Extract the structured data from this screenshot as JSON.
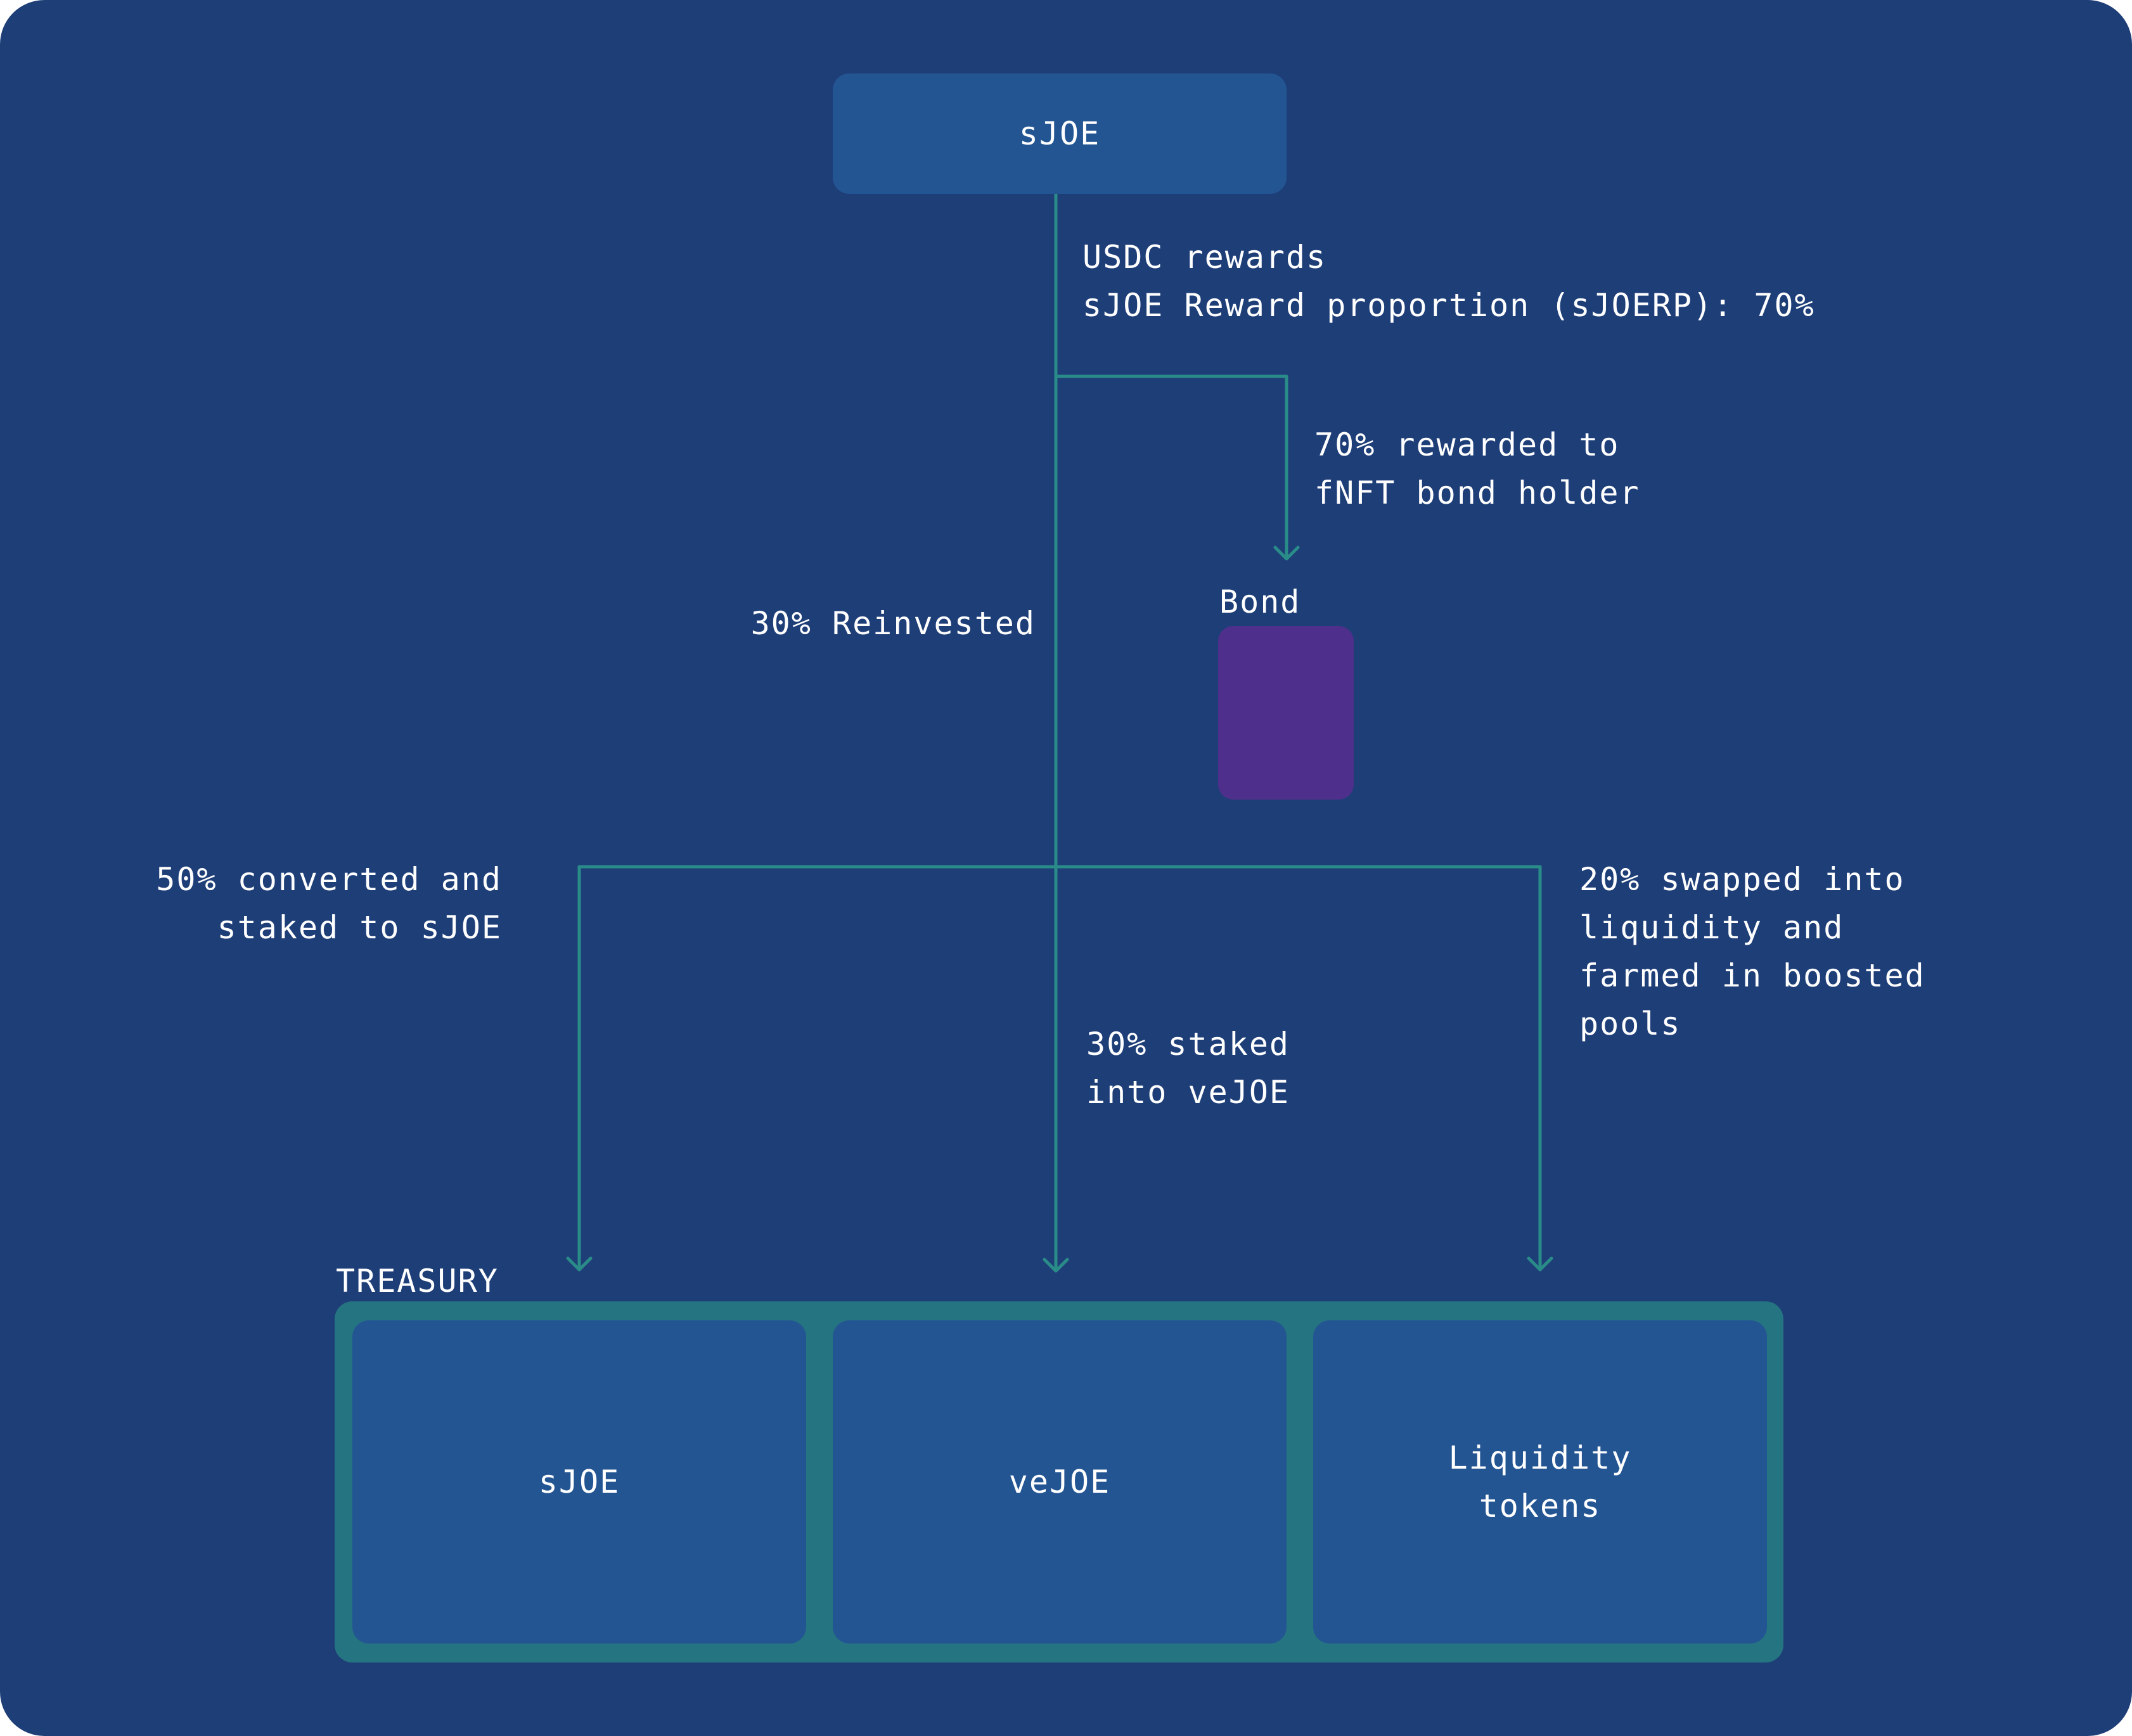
{
  "colors": {
    "background": "#1e3e78",
    "node": "#245593",
    "connector": "#2a8c88",
    "bond": "#4f2f8c",
    "treasury_frame": "#257481",
    "text": "#ffffff"
  },
  "nodes": {
    "top": "sJOE",
    "bond_title": "Bond",
    "treasury_title": "TREASURY",
    "treasury_sjoe": "sJOE",
    "treasury_vejoe": "veJOE",
    "treasury_liquidity": "Liquidity\ntokens"
  },
  "edges": {
    "usdc_rewards": "USDC rewards\nsJOE Reward proportion (sJOERP): 70%",
    "bond_share": "70% rewarded to\nfNFT bond holder",
    "reinvested": "30% Reinvested",
    "to_sjoe": "50% converted and\nstaked to sJOE",
    "to_vejoe": "30% staked\ninto veJOE",
    "to_liquidity": "20% swapped into\nliquidity and\nfarmed in boosted\npools"
  }
}
